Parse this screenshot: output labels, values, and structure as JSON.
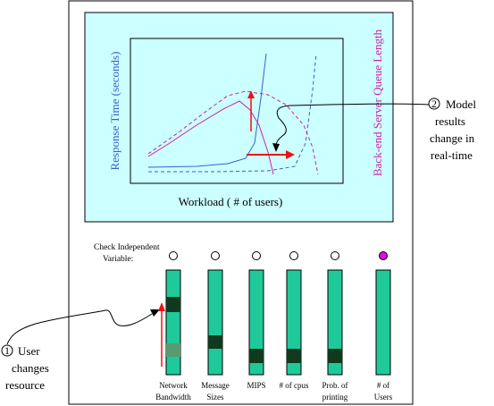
{
  "chart": {
    "ylabel_left": "Response Time (seconds)",
    "ylabel_right": "Back-end Server Queue Length",
    "xlabel": "Workload ( # of users)",
    "colors": {
      "response": "#3a5fd0",
      "queue": "#cc22aa",
      "arrow": "#ee1111"
    }
  },
  "callouts": {
    "model": {
      "number": "2",
      "lines": [
        "Model",
        "results",
        "change in",
        "real-time"
      ]
    },
    "user": {
      "number": "1",
      "lines": [
        "User",
        "changes",
        "resource"
      ]
    }
  },
  "controls": {
    "check_label_line1": "Check Independent",
    "check_label_line2": "Variable:",
    "accent": "#1fc99a",
    "handle": "#0f3a1e",
    "selected_radio": "#dd11dd",
    "sliders": [
      {
        "label1": "Network",
        "label2": "Bandwidth",
        "selected": false
      },
      {
        "label1": "Message",
        "label2": "Sizes",
        "selected": false
      },
      {
        "label1": "MIPS",
        "label2": "",
        "selected": false
      },
      {
        "label1": "# of cpus",
        "label2": "",
        "selected": false
      },
      {
        "label1": "Prob. of",
        "label2": "printing",
        "selected": false
      },
      {
        "label1": "# of",
        "label2": "Users",
        "selected": true
      }
    ]
  }
}
